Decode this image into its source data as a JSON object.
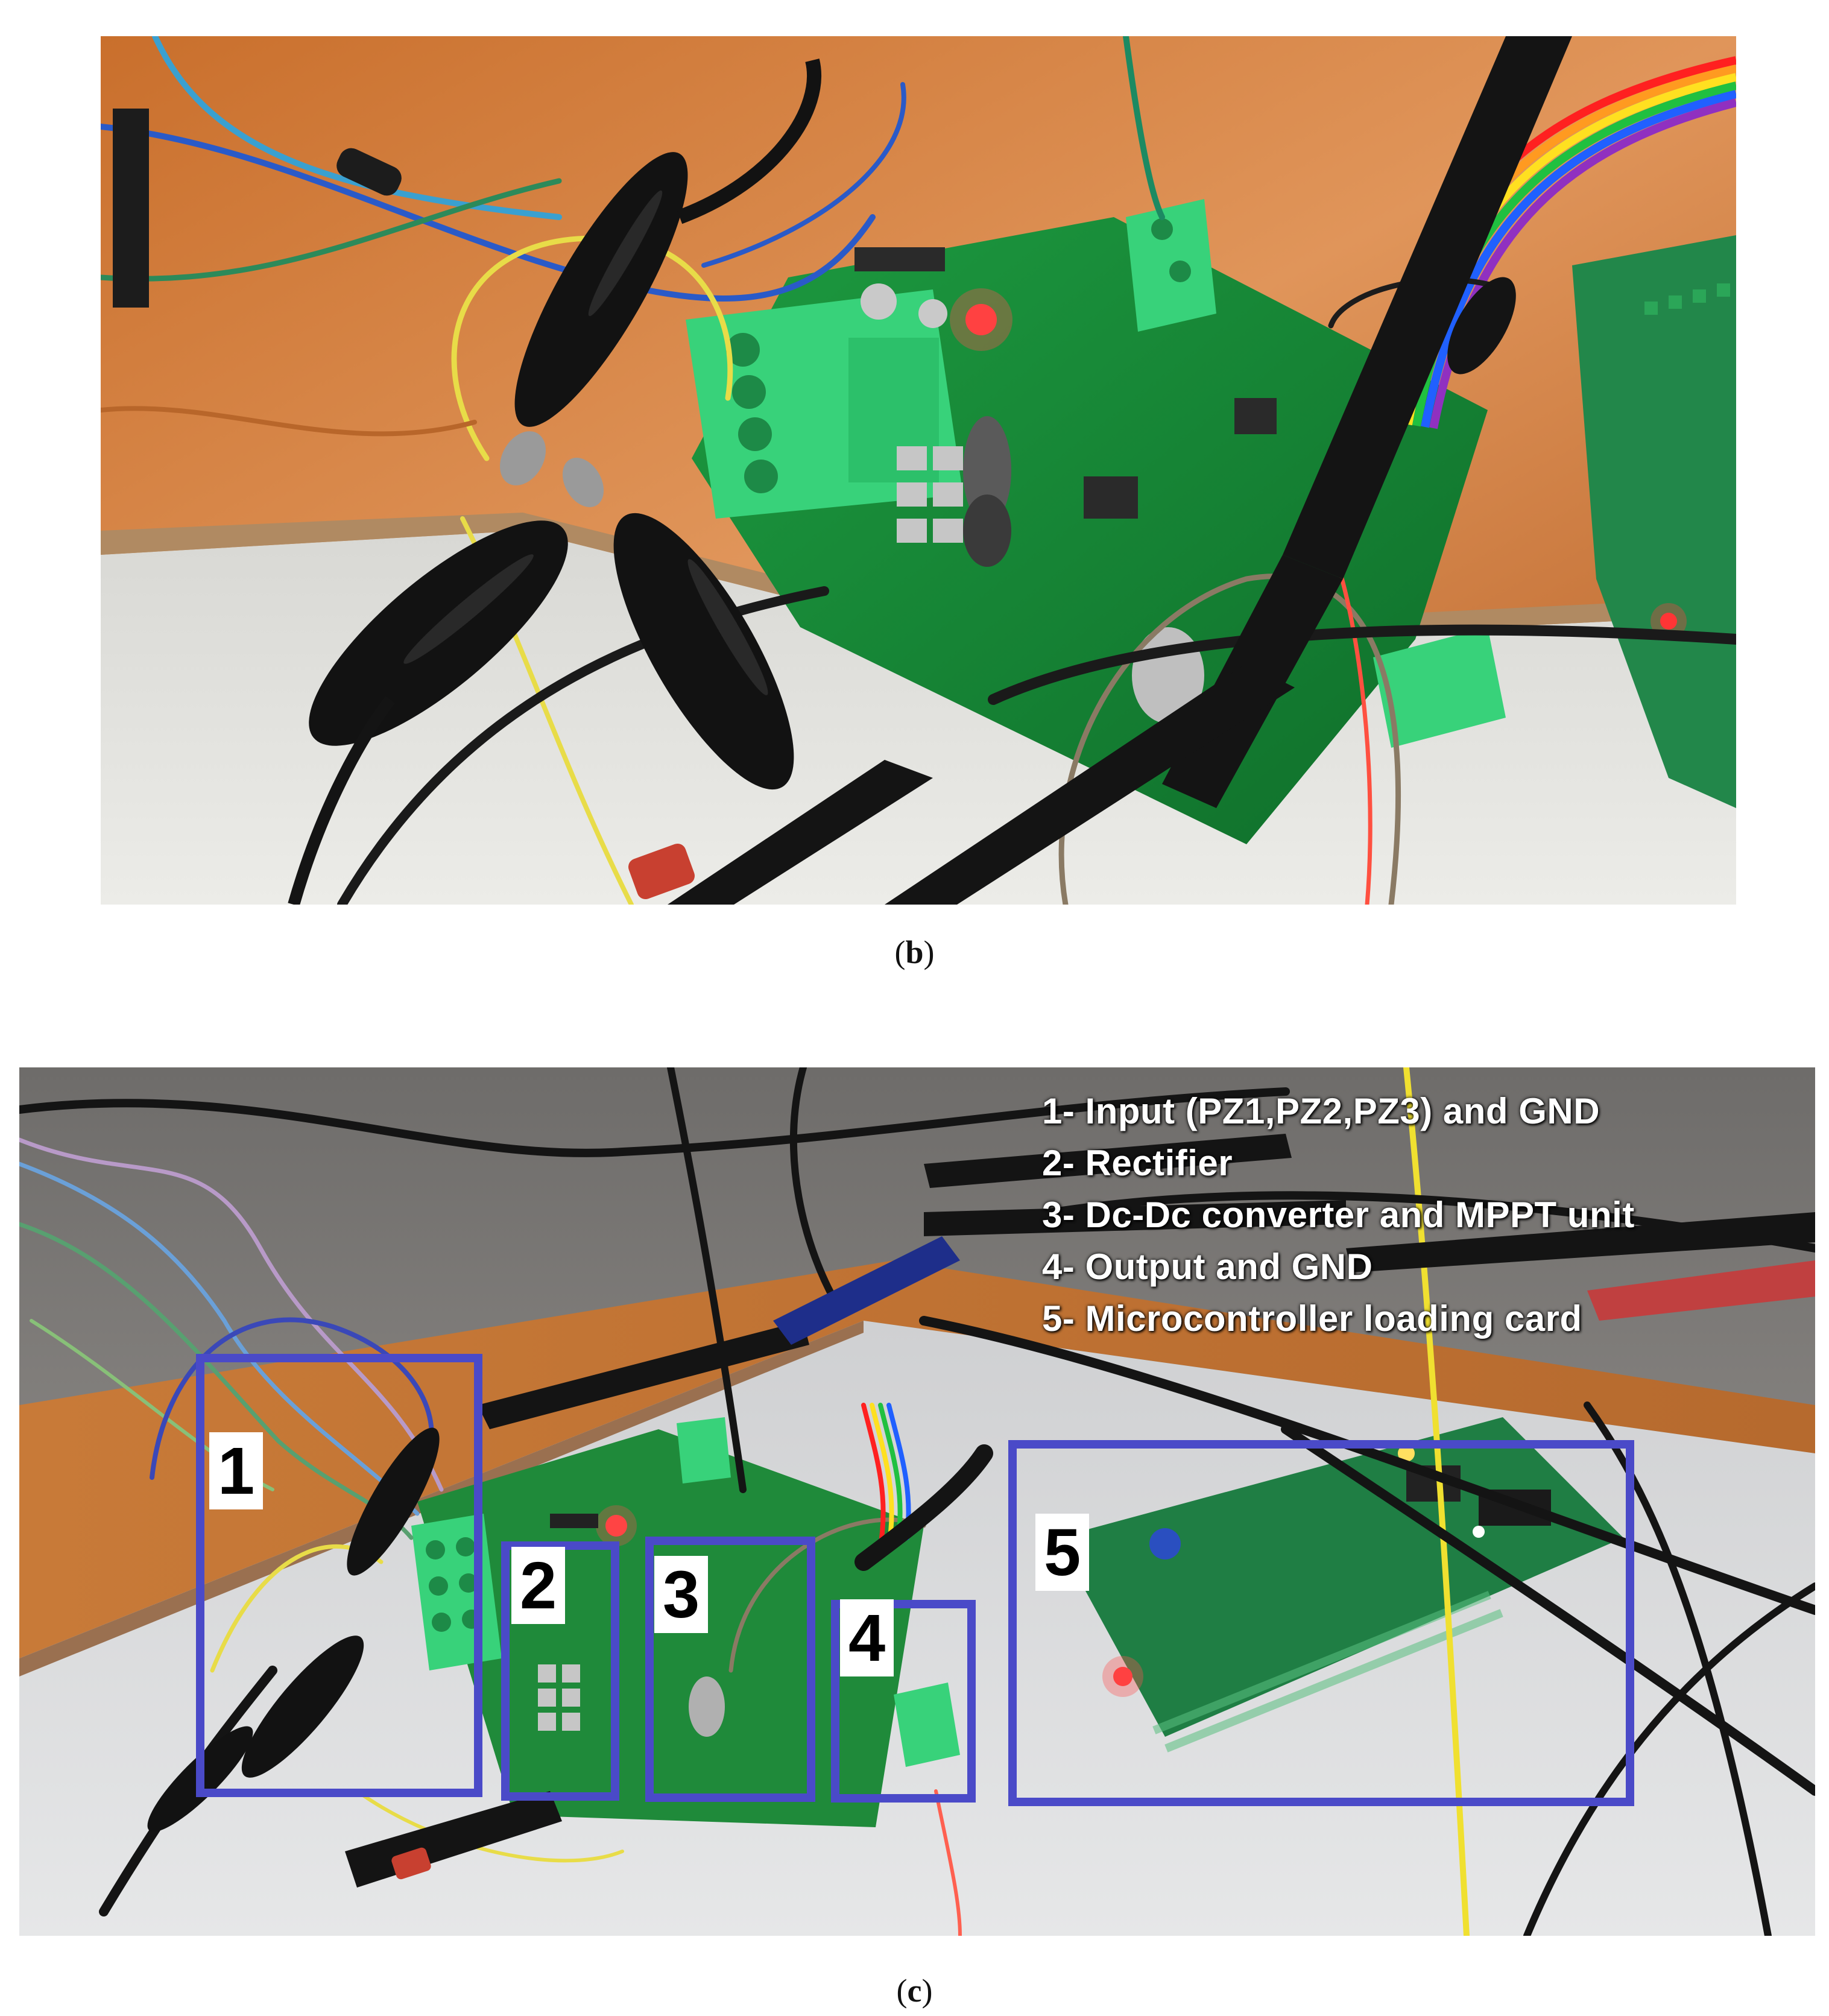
{
  "panels": {
    "b": {
      "label_open": "(",
      "label_letter": "b",
      "label_close": ")"
    },
    "c": {
      "label_open": "(",
      "label_letter": "c",
      "label_close": ")"
    }
  },
  "legend": [
    "1- Input (PZ1,PZ2,PZ3) and GND",
    "2- Rectifier",
    "3- Dc-Dc converter and MPPT unit",
    "4- Output and GND",
    "5- Microcontroller loading card"
  ],
  "regions": [
    {
      "number": "1"
    },
    {
      "number": "2"
    },
    {
      "number": "3"
    },
    {
      "number": "4"
    },
    {
      "number": "5"
    }
  ],
  "colors": {
    "box_border": "#4a4ac8",
    "pcb_green": "#1f8a3a",
    "terminal_green": "#35c870",
    "table_orange": "#d9823a"
  }
}
